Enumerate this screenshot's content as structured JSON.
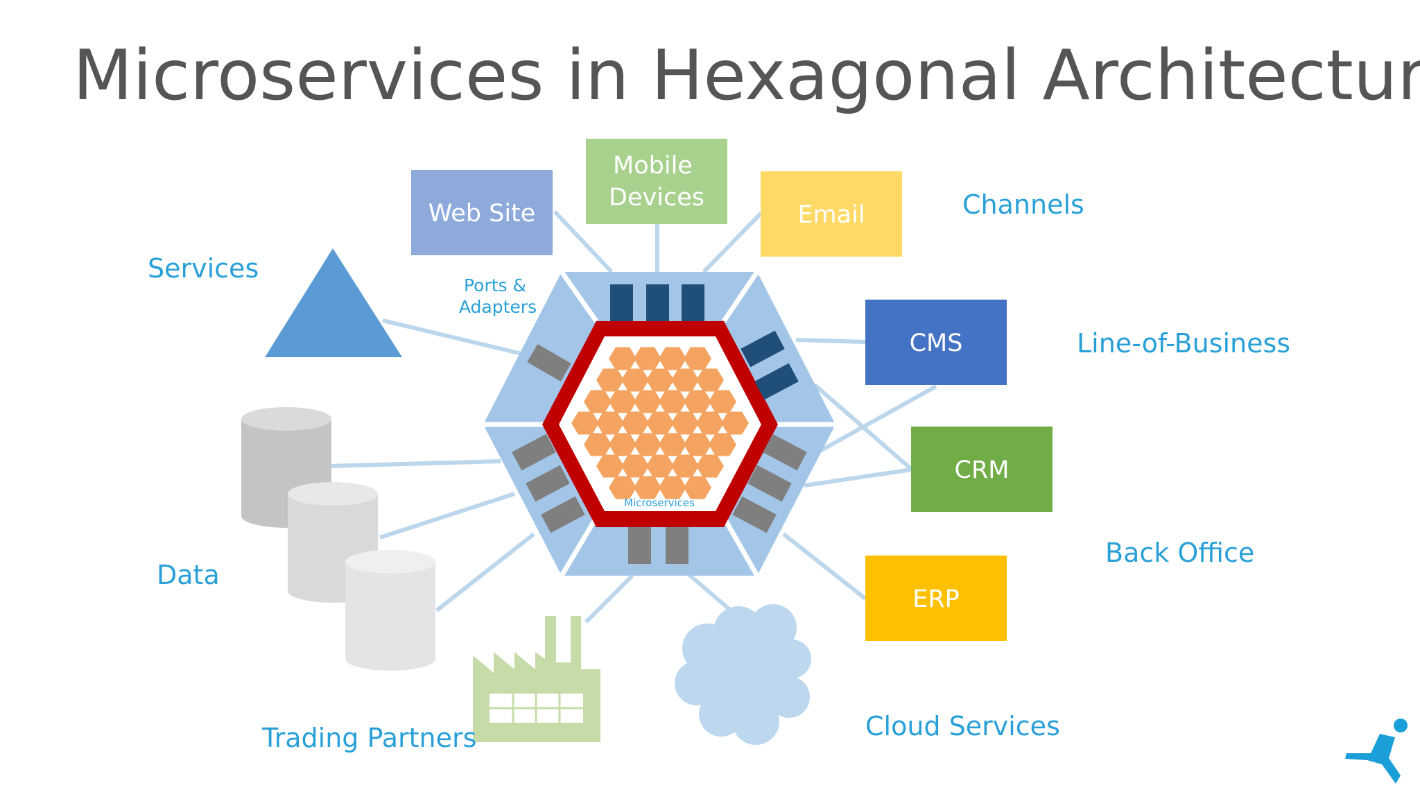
{
  "title": "Microservices in Hexagonal Architecture",
  "categories": {
    "channels": "Channels",
    "services": "Services",
    "line_of_business": "Line-of-Business",
    "back_office": "Back Office",
    "data": "Data",
    "trading_partners": "Trading Partners",
    "cloud_services": "Cloud Services"
  },
  "boxes": {
    "web_site": "Web Site",
    "mobile_line1": "Mobile",
    "mobile_line2": "Devices",
    "email": "Email",
    "cms": "CMS",
    "crm": "CRM",
    "erp": "ERP"
  },
  "ports_line1": "Ports &",
  "ports_line2": "Adapters",
  "microservices_label": "Microservices",
  "colors": {
    "web_site": "#8eaadb",
    "mobile": "#a9d18e",
    "email": "#ffd966",
    "cms": "#4472c4",
    "crm": "#70ad47",
    "erp": "#ffc000",
    "hex_outer": "#a3c6e8",
    "hex_ring": "#c00000",
    "cell": "#f4a460",
    "port_dark": "#1f4e79",
    "port_gray": "#7f7f7f",
    "accent_text": "#2aa0d8"
  }
}
